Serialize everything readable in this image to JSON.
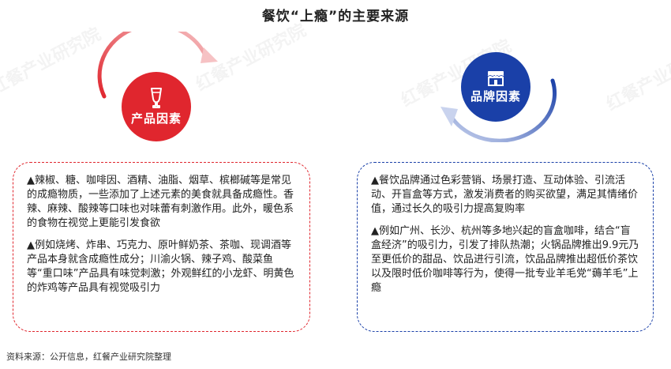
{
  "title": "餐饮“上瘾”的主要来源",
  "watermark_text": "红餐产业研究院",
  "colors": {
    "red": "#e0262e",
    "red_light": "#f19498",
    "blue": "#1a40a8",
    "blue_light": "#8ea3d6"
  },
  "left": {
    "label": "产品因素",
    "icon": "beer-glass-icon",
    "paragraphs": [
      "▲辣椒、糖、咖啡因、酒精、油脂、烟草、槟榔碱等是常见的成瘾物质，一些添加了上述元素的美食就具备成瘾性。香辣、麻辣、酸辣等口味也对味蕾有刺激作用。此外，暖色系的食物在视觉上更能引发食欲",
      "▲例如烧烤、炸串、巧克力、原叶鲜奶茶、茶咖、现调酒等产品本身就含成瘾性成分；川渝火锅、辣子鸡、酸菜鱼等“重口味”产品具有味觉刺激；外观鲜红的小龙虾、明黄色的炸鸡等产品具有视觉吸引力"
    ]
  },
  "right": {
    "label": "品牌因素",
    "icon": "storefront-icon",
    "paragraphs": [
      "▲餐饮品牌通过色彩营销、场景打造、互动体验、引流活动、开盲盒等方式，激发消费者的购买欲望，满足其情绪价值，通过长久的吸引力提高复购率",
      "▲例如广州、长沙、杭州等多地兴起的盲盒咖啡，结合“盲盒经济”的吸引力，引发了排队热潮；火锅品牌推出9.9元乃至更低价的甜品、饮品进行引流，饮品品牌推出超低价茶饮以及限时低价咖啡等行为，使得一批专业羊毛党“薅羊毛”上瘾"
    ]
  },
  "source": "资料来源：公开信息，红餐产业研究院整理"
}
